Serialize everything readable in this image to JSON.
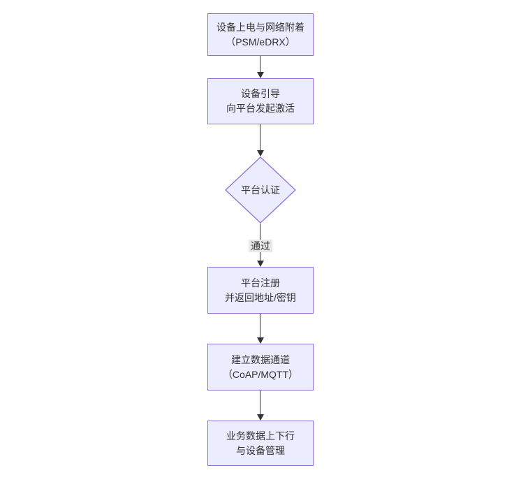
{
  "diagram": {
    "type": "flowchart",
    "direction": "top-down",
    "nodes": [
      {
        "id": "device-power-attach",
        "shape": "rect",
        "line1": "设备上电与网络附着",
        "line2": "（PSM/eDRX）"
      },
      {
        "id": "device-bootstrap",
        "shape": "rect",
        "line1": "设备引导",
        "line2": "向平台发起激活"
      },
      {
        "id": "platform-auth",
        "shape": "diamond",
        "line1": "平台认证"
      },
      {
        "id": "platform-register",
        "shape": "rect",
        "line1": "平台注册",
        "line2": "并返回地址/密钥"
      },
      {
        "id": "data-channel",
        "shape": "rect",
        "line1": "建立数据通道",
        "line2": "（CoAP/MQTT）"
      },
      {
        "id": "business-data",
        "shape": "rect",
        "line1": "业务数据上下行",
        "line2": "与设备管理"
      }
    ],
    "edges": [
      {
        "from": "device-power-attach",
        "to": "device-bootstrap"
      },
      {
        "from": "device-bootstrap",
        "to": "platform-auth"
      },
      {
        "from": "platform-auth",
        "to": "platform-register",
        "label": "通过"
      },
      {
        "from": "platform-register",
        "to": "data-channel"
      },
      {
        "from": "data-channel",
        "to": "business-data"
      }
    ],
    "colors": {
      "node_fill": "#ECECFF",
      "node_border": "#9370DB",
      "text": "#333333",
      "arrow": "#333333",
      "edge_label_bg": "#e8e8e8"
    }
  }
}
